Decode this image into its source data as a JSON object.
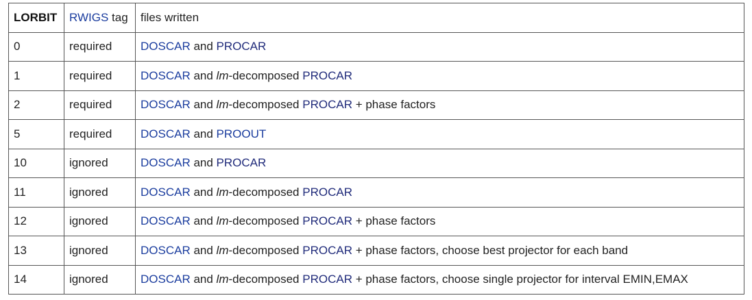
{
  "header": {
    "col1": "LORBIT",
    "col2_link": "RWIGS",
    "col2_text": " tag",
    "col3": "files written"
  },
  "colors": {
    "link": "#1a3c9e",
    "link_dark": "#1f2a7a",
    "border": "#555555",
    "text": "#222222"
  },
  "words": {
    "doscar": "DOSCAR",
    "and": " and ",
    "procar": "PROCAR",
    "proout": "PROOUT",
    "lm": "lm",
    "decomposed": "-decomposed ",
    "phase": " + phase factors"
  },
  "rows": [
    {
      "lorbit": "0",
      "rwigs": "required"
    },
    {
      "lorbit": "1",
      "rwigs": "required"
    },
    {
      "lorbit": "2",
      "rwigs": "required"
    },
    {
      "lorbit": "5",
      "rwigs": "required"
    },
    {
      "lorbit": "10",
      "rwigs": "ignored"
    },
    {
      "lorbit": "11",
      "rwigs": "ignored"
    },
    {
      "lorbit": "12",
      "rwigs": "ignored"
    },
    {
      "lorbit": "13",
      "rwigs": "ignored",
      "suffix": ", choose best projector for each band"
    },
    {
      "lorbit": "14",
      "rwigs": "ignored",
      "suffix": ", choose single projector for interval EMIN,EMAX"
    }
  ]
}
